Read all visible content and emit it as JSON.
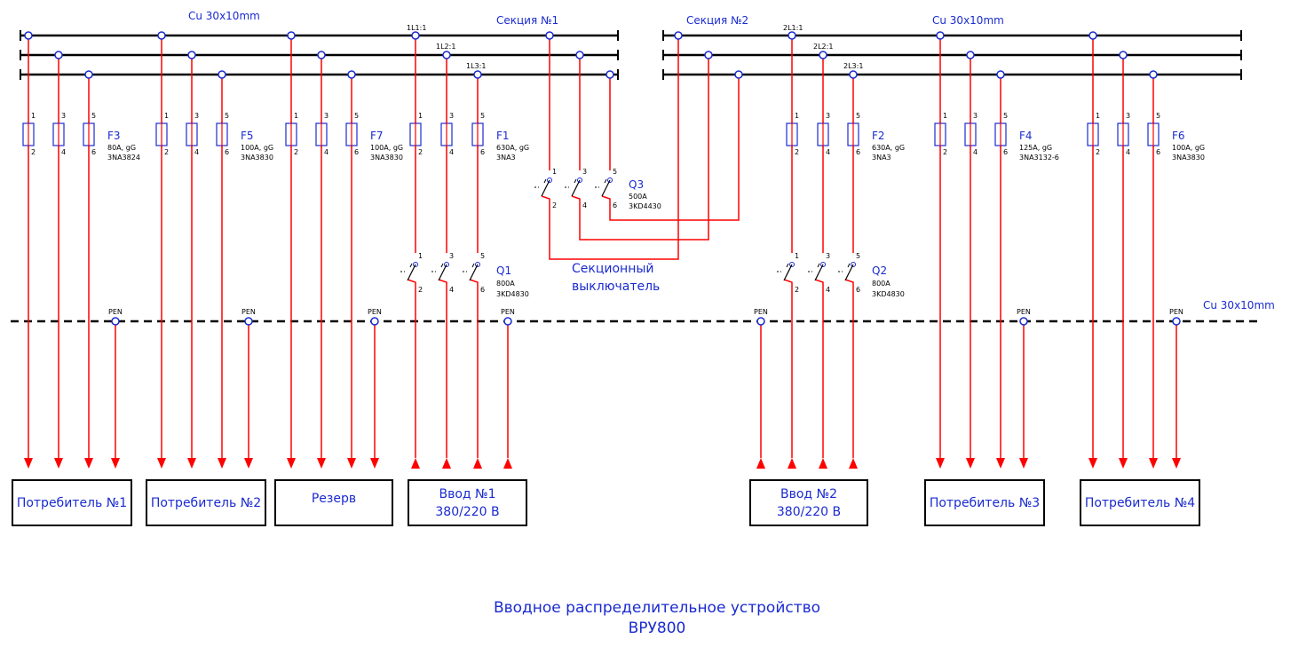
{
  "title": {
    "line1": "Вводное распределительное устройство",
    "line2": "ВРУ800"
  },
  "bus_labels": {
    "cu_left": "Cu 30x10mm",
    "cu_right": "Cu 30x10mm",
    "cu_pen": "Cu 30x10mm",
    "section1": "Секция №1",
    "section2": "Секция №2",
    "l1_1": "1L1:1",
    "l2_1": "1L2:1",
    "l3_1": "1L3:1",
    "l1_2": "2L1:1",
    "l2_2": "2L2:1",
    "l3_2": "2L3:1",
    "pen": "PEN"
  },
  "terminals": {
    "top": [
      "1",
      "3",
      "5"
    ],
    "bottom": [
      "2",
      "4",
      "6"
    ]
  },
  "fuses": [
    {
      "id": "F3",
      "rating": "80A, gG",
      "model": "3NA3824"
    },
    {
      "id": "F5",
      "rating": "100A, gG",
      "model": "3NA3830"
    },
    {
      "id": "F7",
      "rating": "100A, gG",
      "model": "3NA3830"
    },
    {
      "id": "F1",
      "rating": "630A, gG",
      "model": "3NA3"
    },
    {
      "id": "F2",
      "rating": "630A, gG",
      "model": "3NA3"
    },
    {
      "id": "F4",
      "rating": "125A, gG",
      "model": "3NA3132-6"
    },
    {
      "id": "F6",
      "rating": "100A, gG",
      "model": "3NA3830"
    }
  ],
  "breakers": [
    {
      "id": "Q1",
      "rating": "800A",
      "model": "3KD4830"
    },
    {
      "id": "Q2",
      "rating": "800A",
      "model": "3KD4830"
    },
    {
      "id": "Q3",
      "rating": "500A",
      "model": "3KD4430"
    }
  ],
  "sectional_label": {
    "line1": "Секционный",
    "line2": "выключатель"
  },
  "boxes": [
    {
      "line1": "Потребитель №1",
      "line2": ""
    },
    {
      "line1": "Потребитель №2",
      "line2": ""
    },
    {
      "line1": "Резерв",
      "line2": ""
    },
    {
      "line1": "Ввод №1",
      "line2": "380/220 В"
    },
    {
      "line1": "Ввод №2",
      "line2": "380/220 В"
    },
    {
      "line1": "Потребитель №3",
      "line2": ""
    },
    {
      "line1": "Потребитель №4",
      "line2": ""
    }
  ],
  "colors": {
    "wire": "#ff0000",
    "bus": "#000000",
    "text": "#1a2bd0",
    "node": "#1a2bd0"
  }
}
